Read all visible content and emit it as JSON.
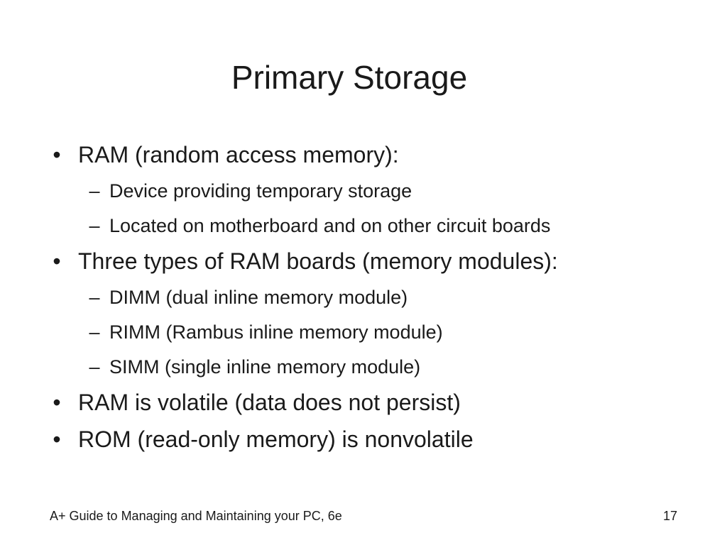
{
  "slide": {
    "title": "Primary Storage",
    "bullet_mark": "•",
    "sub_mark": "–",
    "bullets": [
      {
        "text": "RAM (random access memory):",
        "subs": [
          "Device providing temporary storage",
          "Located on motherboard and on other circuit boards"
        ]
      },
      {
        "text": "Three types of RAM boards (memory modules):",
        "subs": [
          "DIMM (dual inline memory module)",
          "RIMM (Rambus inline memory module)",
          "SIMM (single inline memory module)"
        ]
      },
      {
        "text": "RAM is volatile (data does not persist)",
        "subs": []
      },
      {
        "text": "ROM (read-only memory) is nonvolatile",
        "subs": []
      }
    ],
    "footer": {
      "text": "A+ Guide to Managing and Maintaining your PC, 6e",
      "page_number": "17"
    }
  }
}
